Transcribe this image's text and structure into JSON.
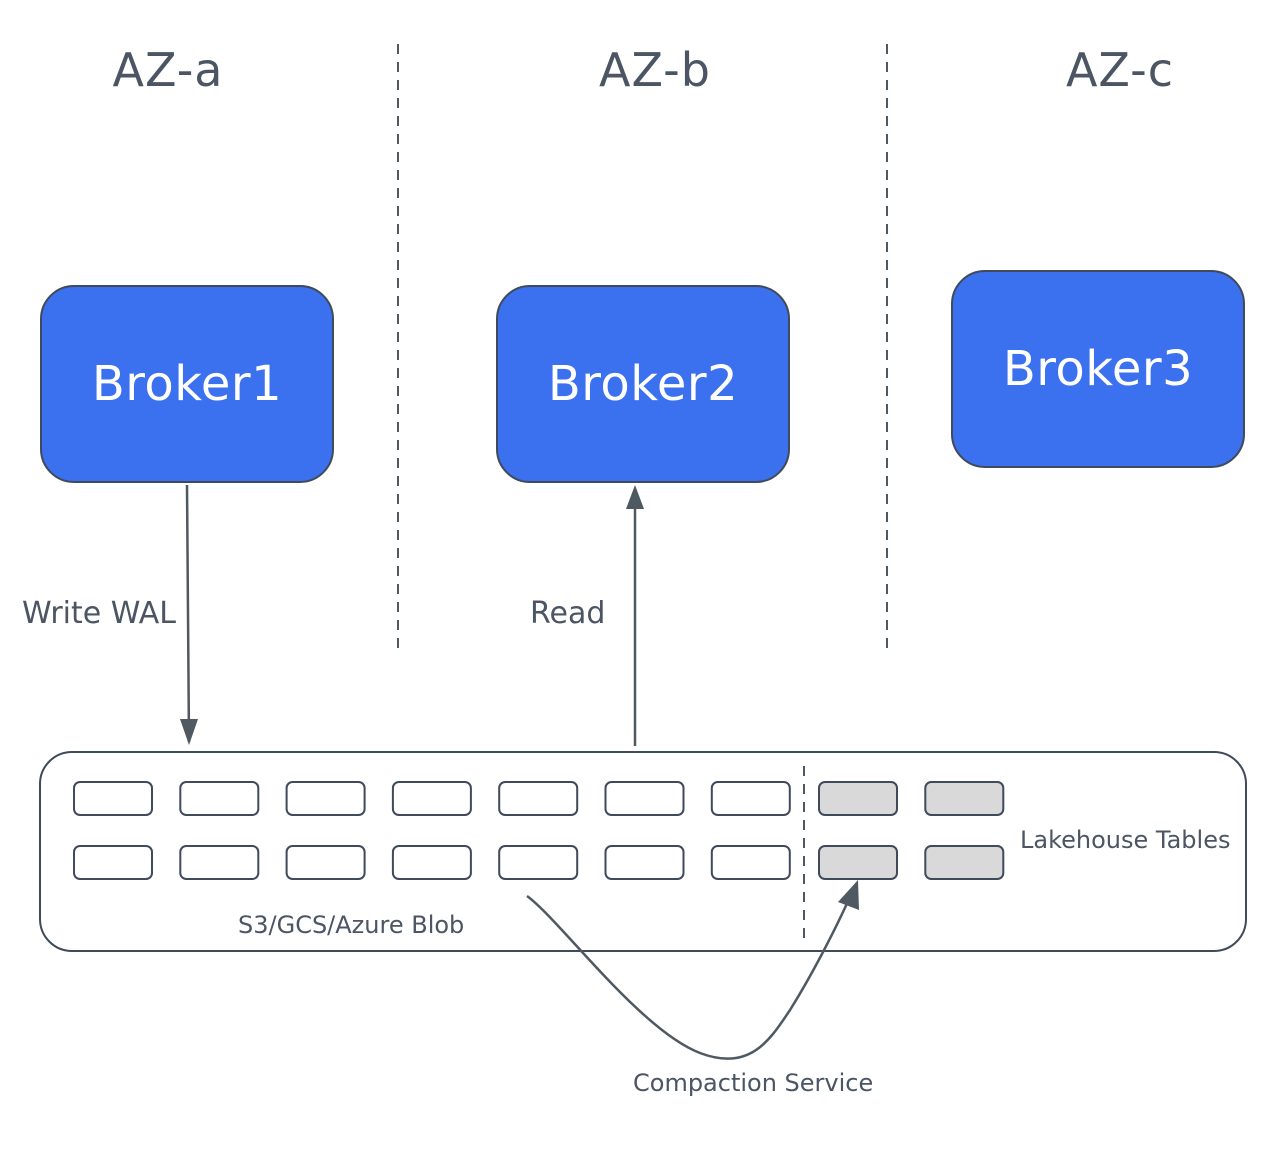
{
  "zones": [
    {
      "label": "AZ-a"
    },
    {
      "label": "AZ-b"
    },
    {
      "label": "AZ-c"
    }
  ],
  "brokers": [
    {
      "label": "Broker1"
    },
    {
      "label": "Broker2"
    },
    {
      "label": "Broker3"
    }
  ],
  "flows": {
    "write": "Write WAL",
    "read": "Read",
    "compaction": "Compaction Service"
  },
  "storage": {
    "label": "S3/GCS/Azure Blob",
    "lakehouse_label": "Lakehouse Tables",
    "wal_segment_rows": 2,
    "wal_segment_cols": 7,
    "lakehouse_table_rows": 2,
    "lakehouse_table_cols": 2
  },
  "colors": {
    "broker_fill": "#3b70ef",
    "outline": "#3f4a5a",
    "text": "#4b5563",
    "lakehouse_fill": "#d9d9d9",
    "segment_fill": "#ffffff"
  }
}
